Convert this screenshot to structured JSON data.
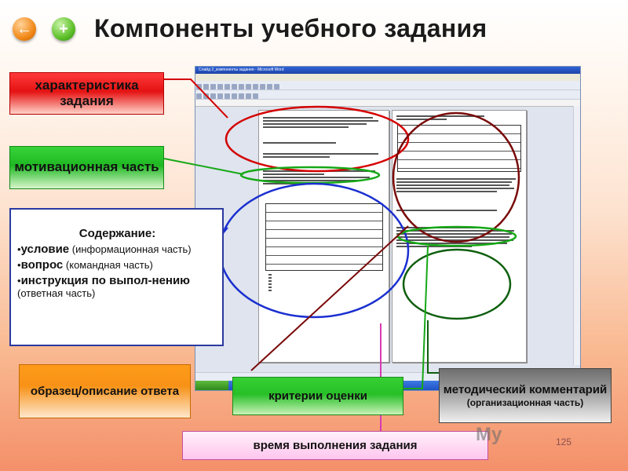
{
  "title": "Компоненты учебного задания",
  "nav": {
    "back_glyph": "←",
    "add_glyph": "+"
  },
  "word_window": {
    "title": "Слайд 2_компоненты задания - Microsoft Word"
  },
  "labels": {
    "characteristic": "характеристика задания",
    "motivation": "мотивационная часть",
    "sample": "образец/описание ответа",
    "criteria": "критерии оценки",
    "method_line1": "методический комментарий",
    "method_line2": "(организационная часть)",
    "time": "время выполнения задания"
  },
  "content_box": {
    "heading": "Содержание:",
    "items": [
      {
        "main": "условие",
        "note": "(информационная часть)"
      },
      {
        "main": "вопрос",
        "note": "(командная часть)"
      },
      {
        "main": "инструкция по выпол-нению",
        "note": "(ответная часть)"
      }
    ]
  },
  "watermark": "My",
  "slide_number": "125",
  "colors": {
    "red_ellipse": "#d40000",
    "green_ellipse": "#16a816",
    "blue_ellipse": "#1a2fd0",
    "dark_red_ellipse": "#7a0a0a",
    "pink_line": "#d83bb0"
  }
}
